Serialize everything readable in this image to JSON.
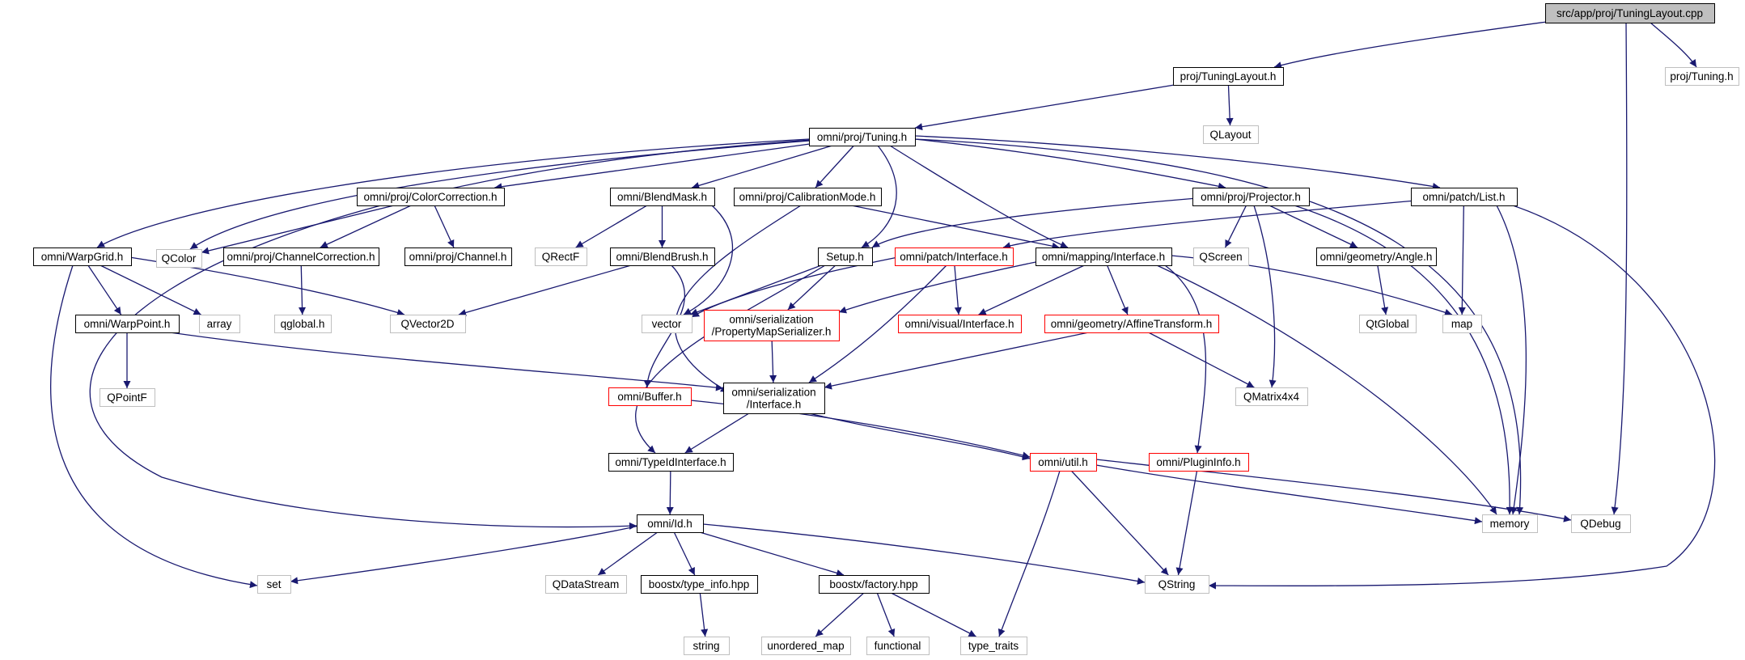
{
  "graph": {
    "colors": {
      "edge": "#191970",
      "root_fill": "#bfbfbf",
      "root_border": "#000000",
      "documented_border": "#000000",
      "external_border": "#bfbfbf",
      "truncated_border": "#ff0000",
      "node_fill": "#ffffff",
      "external_text": "#000000"
    },
    "nodes": [
      {
        "id": "root",
        "lines": [
          "src/app/proj/TuningLayout.cpp"
        ],
        "kind": "root",
        "interactable": false
      },
      {
        "id": "tuninglayout_h",
        "lines": [
          "proj/TuningLayout.h"
        ],
        "kind": "documented",
        "interactable": true
      },
      {
        "id": "proj_tuning_h",
        "lines": [
          "proj/Tuning.h"
        ],
        "kind": "external",
        "interactable": false
      },
      {
        "id": "qlayout",
        "lines": [
          "QLayout"
        ],
        "kind": "external",
        "interactable": false
      },
      {
        "id": "omni_proj_tuning_h",
        "lines": [
          "omni/proj/Tuning.h"
        ],
        "kind": "documented",
        "interactable": true
      },
      {
        "id": "colorcorrection_h",
        "lines": [
          "omni/proj/ColorCorrection.h"
        ],
        "kind": "documented",
        "interactable": true
      },
      {
        "id": "blendmask_h",
        "lines": [
          "omni/BlendMask.h"
        ],
        "kind": "documented",
        "interactable": true
      },
      {
        "id": "calibrationmode_h",
        "lines": [
          "omni/proj/CalibrationMode.h"
        ],
        "kind": "documented",
        "interactable": true
      },
      {
        "id": "projector_h",
        "lines": [
          "omni/proj/Projector.h"
        ],
        "kind": "documented",
        "interactable": true
      },
      {
        "id": "patch_list_h",
        "lines": [
          "omni/patch/List.h"
        ],
        "kind": "documented",
        "interactable": true
      },
      {
        "id": "qcolor",
        "lines": [
          "QColor"
        ],
        "kind": "external",
        "interactable": false
      },
      {
        "id": "warpgrid_h",
        "lines": [
          "omni/WarpGrid.h"
        ],
        "kind": "documented",
        "interactable": true
      },
      {
        "id": "channelcorrection_h",
        "lines": [
          "omni/proj/ChannelCorrection.h"
        ],
        "kind": "documented",
        "interactable": true
      },
      {
        "id": "channel_h",
        "lines": [
          "omni/proj/Channel.h"
        ],
        "kind": "documented",
        "interactable": true
      },
      {
        "id": "qrectf",
        "lines": [
          "QRectF"
        ],
        "kind": "external",
        "interactable": false
      },
      {
        "id": "blendbrush_h",
        "lines": [
          "omni/BlendBrush.h"
        ],
        "kind": "documented",
        "interactable": true
      },
      {
        "id": "setup_h",
        "lines": [
          "Setup.h"
        ],
        "kind": "documented",
        "interactable": true
      },
      {
        "id": "patch_interface_h",
        "lines": [
          "omni/patch/Interface.h"
        ],
        "kind": "truncated",
        "interactable": true
      },
      {
        "id": "mapping_interface_h",
        "lines": [
          "omni/mapping/Interface.h"
        ],
        "kind": "documented",
        "interactable": true
      },
      {
        "id": "qscreen",
        "lines": [
          "QScreen"
        ],
        "kind": "external",
        "interactable": false
      },
      {
        "id": "angle_h",
        "lines": [
          "omni/geometry/Angle.h"
        ],
        "kind": "documented",
        "interactable": true
      },
      {
        "id": "warppoint_h",
        "lines": [
          "omni/WarpPoint.h"
        ],
        "kind": "documented",
        "interactable": true
      },
      {
        "id": "array",
        "lines": [
          "array"
        ],
        "kind": "external",
        "interactable": false
      },
      {
        "id": "qglobal_h",
        "lines": [
          "qglobal.h"
        ],
        "kind": "external",
        "interactable": false
      },
      {
        "id": "qvector2d",
        "lines": [
          "QVector2D"
        ],
        "kind": "external",
        "interactable": false
      },
      {
        "id": "vector",
        "lines": [
          "vector"
        ],
        "kind": "external",
        "interactable": false
      },
      {
        "id": "propertymapserializer_h",
        "lines": [
          "omni/serialization",
          "/PropertyMapSerializer.h"
        ],
        "kind": "truncated",
        "interactable": true
      },
      {
        "id": "visual_interface_h",
        "lines": [
          "omni/visual/Interface.h"
        ],
        "kind": "truncated",
        "interactable": true
      },
      {
        "id": "affinetransform_h",
        "lines": [
          "omni/geometry/AffineTransform.h"
        ],
        "kind": "truncated",
        "interactable": true
      },
      {
        "id": "qtglobal",
        "lines": [
          "QtGlobal"
        ],
        "kind": "external",
        "interactable": false
      },
      {
        "id": "map",
        "lines": [
          "map"
        ],
        "kind": "external",
        "interactable": false
      },
      {
        "id": "qpointf",
        "lines": [
          "QPointF"
        ],
        "kind": "external",
        "interactable": false
      },
      {
        "id": "buffer_h",
        "lines": [
          "omni/Buffer.h"
        ],
        "kind": "truncated",
        "interactable": true
      },
      {
        "id": "serialization_interface_h",
        "lines": [
          "omni/serialization",
          "/Interface.h"
        ],
        "kind": "documented",
        "interactable": true
      },
      {
        "id": "qmatrix4x4",
        "lines": [
          "QMatrix4x4"
        ],
        "kind": "external",
        "interactable": false
      },
      {
        "id": "typeidinterface_h",
        "lines": [
          "omni/TypeIdInterface.h"
        ],
        "kind": "documented",
        "interactable": true
      },
      {
        "id": "util_h",
        "lines": [
          "omni/util.h"
        ],
        "kind": "truncated",
        "interactable": true
      },
      {
        "id": "plugininfo_h",
        "lines": [
          "omni/PluginInfo.h"
        ],
        "kind": "truncated",
        "interactable": true
      },
      {
        "id": "id_h",
        "lines": [
          "omni/Id.h"
        ],
        "kind": "documented",
        "interactable": true
      },
      {
        "id": "memory",
        "lines": [
          "memory"
        ],
        "kind": "external",
        "interactable": false
      },
      {
        "id": "qdebug",
        "lines": [
          "QDebug"
        ],
        "kind": "external",
        "interactable": false
      },
      {
        "id": "set",
        "lines": [
          "set"
        ],
        "kind": "external",
        "interactable": false
      },
      {
        "id": "qdatastream",
        "lines": [
          "QDataStream"
        ],
        "kind": "external",
        "interactable": false
      },
      {
        "id": "type_info_hpp",
        "lines": [
          "boostx/type_info.hpp"
        ],
        "kind": "documented",
        "interactable": true
      },
      {
        "id": "factory_hpp",
        "lines": [
          "boostx/factory.hpp"
        ],
        "kind": "documented",
        "interactable": true
      },
      {
        "id": "qstring",
        "lines": [
          "QString"
        ],
        "kind": "external",
        "interactable": false
      },
      {
        "id": "string",
        "lines": [
          "string"
        ],
        "kind": "external",
        "interactable": false
      },
      {
        "id": "unordered_map",
        "lines": [
          "unordered_map"
        ],
        "kind": "external",
        "interactable": false
      },
      {
        "id": "functional",
        "lines": [
          "functional"
        ],
        "kind": "external",
        "interactable": false
      },
      {
        "id": "type_traits",
        "lines": [
          "type_traits"
        ],
        "kind": "external",
        "interactable": false
      }
    ],
    "edges": [
      [
        "root",
        "tuninglayout_h"
      ],
      [
        "root",
        "proj_tuning_h"
      ],
      [
        "root",
        "qdebug"
      ],
      [
        "tuninglayout_h",
        "omni_proj_tuning_h"
      ],
      [
        "tuninglayout_h",
        "qlayout"
      ],
      [
        "omni_proj_tuning_h",
        "colorcorrection_h"
      ],
      [
        "omni_proj_tuning_h",
        "blendmask_h"
      ],
      [
        "omni_proj_tuning_h",
        "calibrationmode_h"
      ],
      [
        "omni_proj_tuning_h",
        "projector_h"
      ],
      [
        "omni_proj_tuning_h",
        "patch_list_h"
      ],
      [
        "omni_proj_tuning_h",
        "qcolor"
      ],
      [
        "omni_proj_tuning_h",
        "warpgrid_h"
      ],
      [
        "omni_proj_tuning_h",
        "setup_h"
      ],
      [
        "omni_proj_tuning_h",
        "mapping_interface_h"
      ],
      [
        "omni_proj_tuning_h",
        "memory"
      ],
      [
        "omni_proj_tuning_h",
        "id_h"
      ],
      [
        "colorcorrection_h",
        "qcolor"
      ],
      [
        "colorcorrection_h",
        "channelcorrection_h"
      ],
      [
        "colorcorrection_h",
        "channel_h"
      ],
      [
        "channelcorrection_h",
        "qglobal_h"
      ],
      [
        "blendmask_h",
        "qrectf"
      ],
      [
        "blendmask_h",
        "blendbrush_h"
      ],
      [
        "blendmask_h",
        "vector"
      ],
      [
        "blendbrush_h",
        "qvector2d"
      ],
      [
        "blendbrush_h",
        "buffer_h"
      ],
      [
        "calibrationmode_h",
        "mapping_interface_h"
      ],
      [
        "calibrationmode_h",
        "serialization_interface_h"
      ],
      [
        "projector_h",
        "setup_h"
      ],
      [
        "projector_h",
        "qscreen"
      ],
      [
        "projector_h",
        "angle_h"
      ],
      [
        "projector_h",
        "qmatrix4x4"
      ],
      [
        "projector_h",
        "memory"
      ],
      [
        "patch_list_h",
        "patch_interface_h"
      ],
      [
        "patch_list_h",
        "map"
      ],
      [
        "patch_list_h",
        "memory"
      ],
      [
        "patch_list_h",
        "qstring"
      ],
      [
        "angle_h",
        "qtglobal"
      ],
      [
        "warpgrid_h",
        "warppoint_h"
      ],
      [
        "warpgrid_h",
        "array"
      ],
      [
        "warpgrid_h",
        "qvector2d"
      ],
      [
        "warpgrid_h",
        "set"
      ],
      [
        "warppoint_h",
        "qpointf"
      ],
      [
        "warppoint_h",
        "serialization_interface_h"
      ],
      [
        "setup_h",
        "vector"
      ],
      [
        "setup_h",
        "propertymapserializer_h"
      ],
      [
        "setup_h",
        "typeidinterface_h"
      ],
      [
        "patch_interface_h",
        "vector"
      ],
      [
        "patch_interface_h",
        "visual_interface_h"
      ],
      [
        "patch_interface_h",
        "serialization_interface_h"
      ],
      [
        "mapping_interface_h",
        "propertymapserializer_h"
      ],
      [
        "mapping_interface_h",
        "visual_interface_h"
      ],
      [
        "mapping_interface_h",
        "affinetransform_h"
      ],
      [
        "mapping_interface_h",
        "plugininfo_h"
      ],
      [
        "mapping_interface_h",
        "map"
      ],
      [
        "mapping_interface_h",
        "memory"
      ],
      [
        "propertymapserializer_h",
        "serialization_interface_h"
      ],
      [
        "affinetransform_h",
        "serialization_interface_h"
      ],
      [
        "affinetransform_h",
        "qmatrix4x4"
      ],
      [
        "serialization_interface_h",
        "typeidinterface_h"
      ],
      [
        "serialization_interface_h",
        "util_h"
      ],
      [
        "buffer_h",
        "util_h"
      ],
      [
        "typeidinterface_h",
        "id_h"
      ],
      [
        "util_h",
        "memory"
      ],
      [
        "util_h",
        "qdebug"
      ],
      [
        "util_h",
        "qstring"
      ],
      [
        "util_h",
        "type_traits"
      ],
      [
        "plugininfo_h",
        "qstring"
      ],
      [
        "id_h",
        "set"
      ],
      [
        "id_h",
        "qdatastream"
      ],
      [
        "id_h",
        "type_info_hpp"
      ],
      [
        "id_h",
        "factory_hpp"
      ],
      [
        "id_h",
        "qstring"
      ],
      [
        "type_info_hpp",
        "string"
      ],
      [
        "factory_hpp",
        "unordered_map"
      ],
      [
        "factory_hpp",
        "functional"
      ],
      [
        "factory_hpp",
        "type_traits"
      ]
    ]
  }
}
